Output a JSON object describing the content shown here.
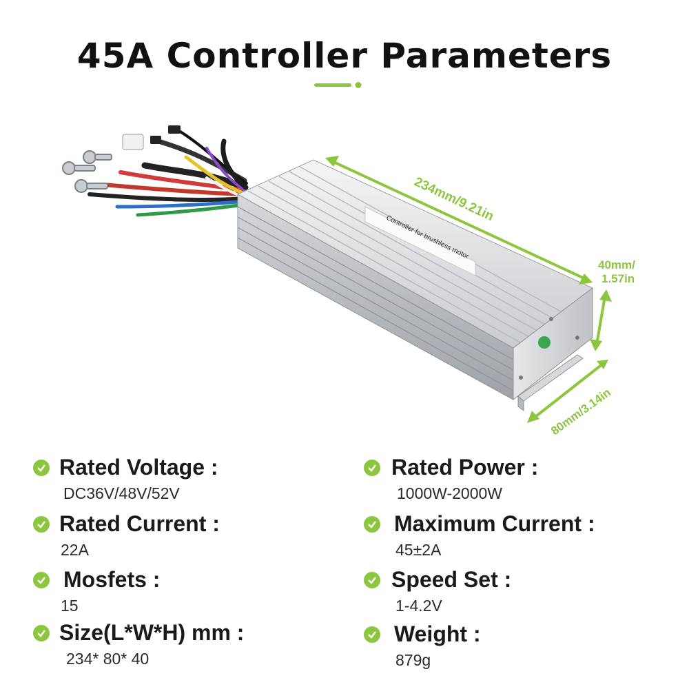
{
  "title": "45A Controller Parameters",
  "accent_color": "#8cc63f",
  "product": {
    "label_text": "Controller for brushless motor",
    "dimensions": {
      "length": "234mm/9.21in",
      "height_line1": "40mm/",
      "height_line2": "1.57in",
      "width": "80mm/3.14in"
    }
  },
  "specs": {
    "rated_voltage": {
      "label": "Rated Voltage :",
      "value": "DC36V/48V/52V"
    },
    "rated_current": {
      "label": "Rated Current :",
      "value": "22A"
    },
    "mosfets": {
      "label": "Mosfets :",
      "value": "15"
    },
    "size": {
      "label": "Size(L*W*H) mm :",
      "value": "234* 80* 40"
    },
    "rated_power": {
      "label": "Rated Power :",
      "value": "1000W-2000W"
    },
    "maximum_current": {
      "label": "Maximum Current :",
      "value": "45±2A"
    },
    "speed_set": {
      "label": "Speed Set :",
      "value": "1-4.2V"
    },
    "weight": {
      "label": "Weight :",
      "value": "879g"
    }
  }
}
